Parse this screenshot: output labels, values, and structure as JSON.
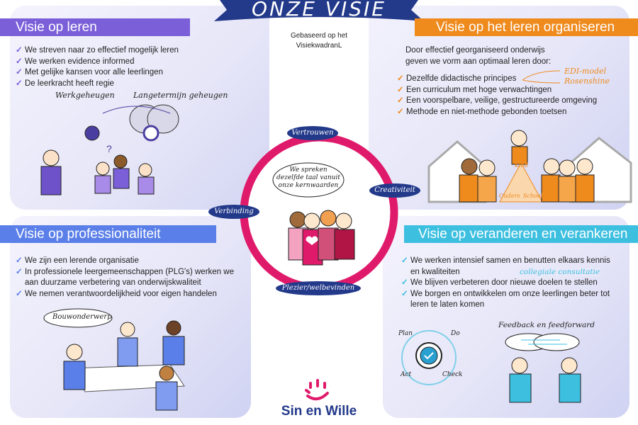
{
  "title": "ONZE VISIE",
  "subtitle": [
    "Gebaseerd op het",
    "VisiekwadranL"
  ],
  "colors": {
    "purple": "#7b5fd9",
    "orange": "#ef8a1d",
    "blue": "#5b7fe8",
    "cyan": "#3dbfe0",
    "pink": "#e01a6b",
    "navy": "#23398a"
  },
  "quadrants": {
    "leren": {
      "title": "Visie op leren",
      "items": [
        "We streven naar zo effectief mogelijk leren",
        "We werken evidence informed",
        "Met gelijke kansen voor alle leerlingen",
        "De leerkracht heeft regie"
      ],
      "labels": [
        "Werkgeheugen",
        "Langetermijn geheugen"
      ]
    },
    "organiseren": {
      "title": "Visie op het leren organiseren",
      "intro": [
        "Door effectief georganiseerd onderwijs",
        "geven we vorm aan optimaal leren door:"
      ],
      "items": [
        "Dezelfde didactische principes",
        "Een curriculum met hoge verwachtingen",
        "Een voorspelbare, veilige, gestructureerde omgeving",
        "Methode en niet-methode gebonden toetsen"
      ],
      "arrows": [
        "EDI-model",
        "Rosenshine"
      ],
      "triangle": [
        "Kind",
        "Ouders",
        "School"
      ]
    },
    "professionaliteit": {
      "title": "Visie op professionaliteit",
      "items": [
        "We zijn een lerende organisatie",
        "In professionele leergemeenschappen (PLG's) werken we aan duurzame verbetering van onderwijskwaliteit",
        "We nemen verantwoordelijkheid voor eigen handelen"
      ],
      "bubble": "Bouwonderwerp"
    },
    "veranderen": {
      "title": "Visie op veranderen en verankeren",
      "items": [
        "We werken intensief samen en benutten elkaars kennis en kwaliteiten",
        "We blijven verbeteren door nieuwe doelen te stellen",
        "We borgen en ontwikkelen om onze leerlingen beter tot leren te laten komen"
      ],
      "arrow_label": "collegiale consultatie",
      "pdca": [
        "Plan",
        "Do",
        "Check",
        "Act"
      ],
      "feedback": "Feedback en feedforward"
    }
  },
  "core": {
    "speech": [
      "We spreken",
      "dezelfde taal vanuit",
      "onze kernwaarden"
    ],
    "values": [
      "Vertrouwen",
      "Creativiteit",
      "Plezier/welbevinden",
      "Verbinding"
    ]
  },
  "logo": "Sin en Wille"
}
